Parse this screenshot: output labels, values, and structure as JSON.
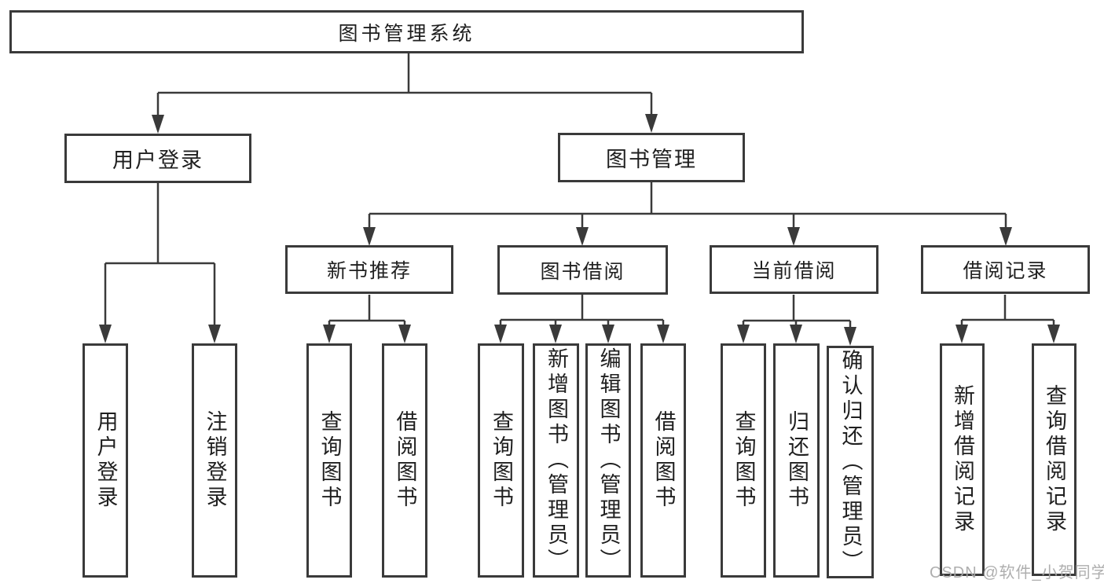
{
  "diagram": {
    "background": "#ffffff",
    "line_color": "#3a3a3a",
    "text_color": "#1f1f1f"
  },
  "tree": {
    "root": {
      "label": "图书管理系统"
    },
    "level2": [
      {
        "label": "用户登录"
      },
      {
        "label": "图书管理"
      }
    ],
    "level3": [
      {
        "label": "新书推荐",
        "parent": "图书管理"
      },
      {
        "label": "图书借阅",
        "parent": "图书管理"
      },
      {
        "label": "当前借阅",
        "parent": "图书管理"
      },
      {
        "label": "借阅记录",
        "parent": "图书管理"
      }
    ],
    "leaves": [
      {
        "label": "用户登录",
        "parent": "用户登录"
      },
      {
        "label": "注销登录",
        "parent": "用户登录"
      },
      {
        "label": "查询图书",
        "parent": "新书推荐"
      },
      {
        "label": "借阅图书",
        "parent": "新书推荐"
      },
      {
        "label": "查询图书",
        "parent": "图书借阅"
      },
      {
        "label": "新增图书（管理员）",
        "parent": "图书借阅"
      },
      {
        "label": "编辑图书（管理员）",
        "parent": "图书借阅"
      },
      {
        "label": "借阅图书",
        "parent": "图书借阅"
      },
      {
        "label": "查询图书",
        "parent": "当前借阅"
      },
      {
        "label": "归还图书",
        "parent": "当前借阅"
      },
      {
        "label": "确认归还（管理员）",
        "parent": "当前借阅"
      },
      {
        "label": "新增借阅记录",
        "parent": "借阅记录"
      },
      {
        "label": "查询借阅记录",
        "parent": "借阅记录"
      }
    ]
  },
  "watermark": {
    "text": "CSDN @软件_小贺同学",
    "color": "#a8a8a8"
  }
}
